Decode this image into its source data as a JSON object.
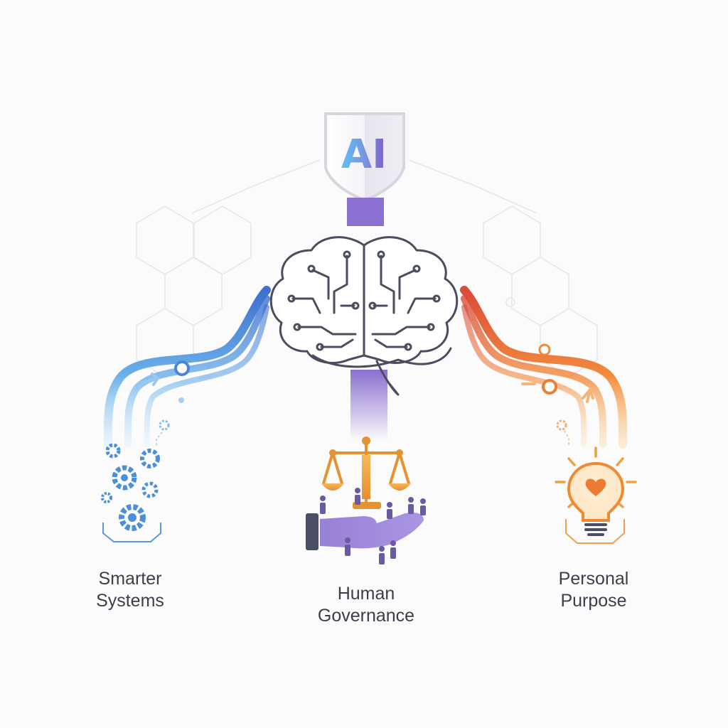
{
  "shield": {
    "text": "AI"
  },
  "pillars": {
    "left": {
      "line1": "Smarter",
      "line2": "Systems",
      "icon": "gears-icon",
      "color": "#3f7fd1"
    },
    "center": {
      "line1": "Human",
      "line2": "Governance",
      "icon": "scales-hand-icon",
      "color": "#8e72cf"
    },
    "right": {
      "line1": "Personal",
      "line2": "Purpose",
      "icon": "lightbulb-heart-icon",
      "color": "#ee7f32"
    }
  }
}
